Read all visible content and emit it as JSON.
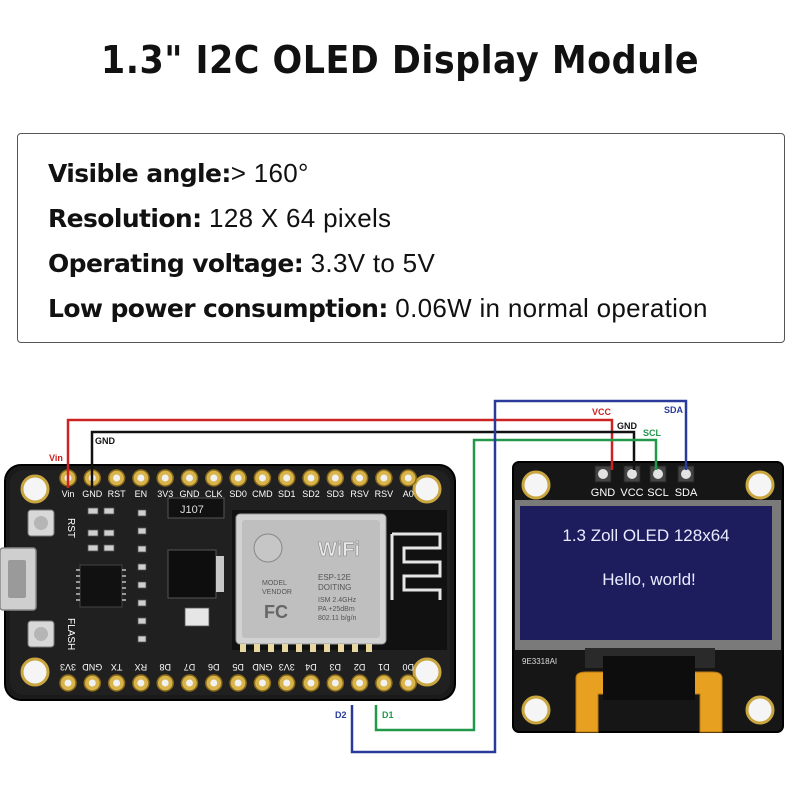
{
  "title": "1.3\" I2C OLED Display Module",
  "specs": [
    {
      "label": "Visible angle:",
      "value": "> 160°"
    },
    {
      "label": "Resolution:",
      "value": " 128 X 64 pixels"
    },
    {
      "label": "Operating voltage:",
      "value": " 3.3V to 5V"
    },
    {
      "label": "Low power consumption:",
      "value": " 0.06W in normal operation"
    }
  ],
  "wires": {
    "vin": "Vin",
    "gnd_left": "GND",
    "vcc": "VCC",
    "gnd_right": "GND",
    "scl": "SCL",
    "sda": "SDA",
    "d2": "D2",
    "d1": "D1",
    "colors": {
      "power": "#cc2222",
      "ground": "#111111",
      "scl": "#22994a",
      "sda": "#2a3a9a"
    }
  },
  "nodemcu": {
    "top_pins": [
      "Vin",
      "GND",
      "RST",
      "EN",
      "3V3",
      "GND",
      "CLK",
      "SD0",
      "CMD",
      "SD1",
      "SD2",
      "SD3",
      "RSV",
      "RSV",
      "A0"
    ],
    "bottom_pins": [
      "3V3",
      "GND",
      "TX",
      "RX",
      "D8",
      "D7",
      "D6",
      "D5",
      "GND",
      "3V3",
      "D4",
      "D3",
      "D2",
      "D1",
      "D0"
    ],
    "rst_label": "RST",
    "flash_label": "FLASH",
    "chip_label": "J107",
    "module_brand": "WiFi",
    "module_lines": [
      "MODEL",
      "VENDOR",
      "ESP-12E",
      "DOITING",
      "ISM 2.4GHz",
      "PA +25dBm",
      "802.11 b/g/n"
    ],
    "fc_mark": "FC"
  },
  "oled": {
    "pins": [
      "GND",
      "VCC",
      "SCL",
      "SDA"
    ],
    "screen_line1": "1.3 Zoll OLED 128x64",
    "screen_line2": "Hello, world!",
    "code": "9E3318AI",
    "colors": {
      "screen_bg": "#1d1d5e",
      "screen_text": "#e8ecff",
      "flex": "#e8a020"
    }
  }
}
